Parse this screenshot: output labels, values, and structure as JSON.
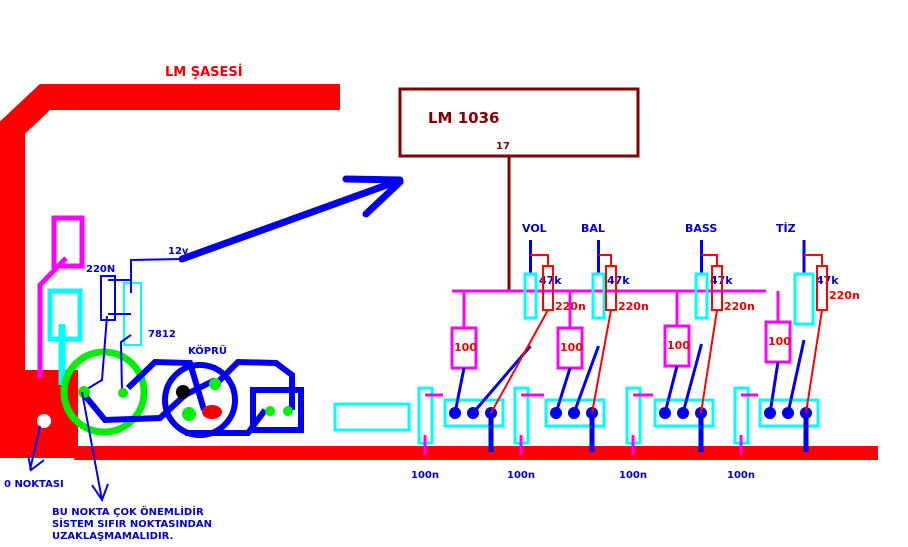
{
  "title": "LM ŞASESİ",
  "ic": {
    "name": "LM 1036",
    "pin": "17"
  },
  "colors": {
    "ground": "#ff0000",
    "trace": "#0000ee",
    "ic_border": "#800000",
    "resistor": "#ff00ff",
    "cap": "#00ffff",
    "pad": "#00ee00",
    "label_blue": "#0000cc",
    "label_red": "#ee0000"
  },
  "power": {
    "voltage_label": "12v",
    "cap_label": "220N",
    "regulator_label": "7812",
    "bridge_label": "KÖPRÜ"
  },
  "controls": [
    {
      "name": "VOL",
      "pot": "47k",
      "cap": "220n",
      "resistor": "100",
      "bypass": "100n"
    },
    {
      "name": "BAL",
      "pot": "47k",
      "cap": "220n",
      "resistor": "100",
      "bypass": "100n"
    },
    {
      "name": "BASS",
      "pot": "47k",
      "cap": "220n",
      "resistor": "100",
      "bypass": "100n"
    },
    {
      "name": "TİZ",
      "pot": "47k",
      "cap": "220n",
      "resistor": "100",
      "bypass": "100n"
    }
  ],
  "annotations": {
    "zero_point": "0 NOKTASI",
    "note_line1": "BU NOKTA ÇOK ÖNEMLİDİR",
    "note_line2": "SİSTEM SIFIR NOKTASINDAN",
    "note_line3": "UZAKLAŞMAMALIDIR."
  }
}
